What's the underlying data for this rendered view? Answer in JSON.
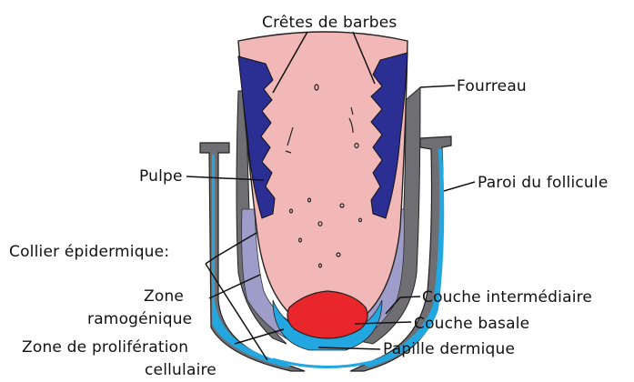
{
  "labels": {
    "cretes": "Crêtes de barbes",
    "fourreau": "Fourreau",
    "pulpe": "Pulpe",
    "paroi": "Paroi du follicule",
    "collier": "Collier épidermique:",
    "zone_ramo_1": "Zone",
    "zone_ramo_2": "ramogénique",
    "couche_inter": "Couche intermédiaire",
    "couche_basale": "Couche basale",
    "zone_prolif_1": "Zone de prolifération",
    "zone_prolif_2": "cellulaire",
    "papille": "Papille dermique"
  },
  "colors": {
    "pulp": "#f2b8b8",
    "barb_ridges": "#2b2f93",
    "sheath_gray": "#6f6f73",
    "basal_blue": "#22a7e0",
    "intermediate_lavender": "#9e9cc9",
    "papilla_red": "#e8262b",
    "outline": "#222222"
  }
}
